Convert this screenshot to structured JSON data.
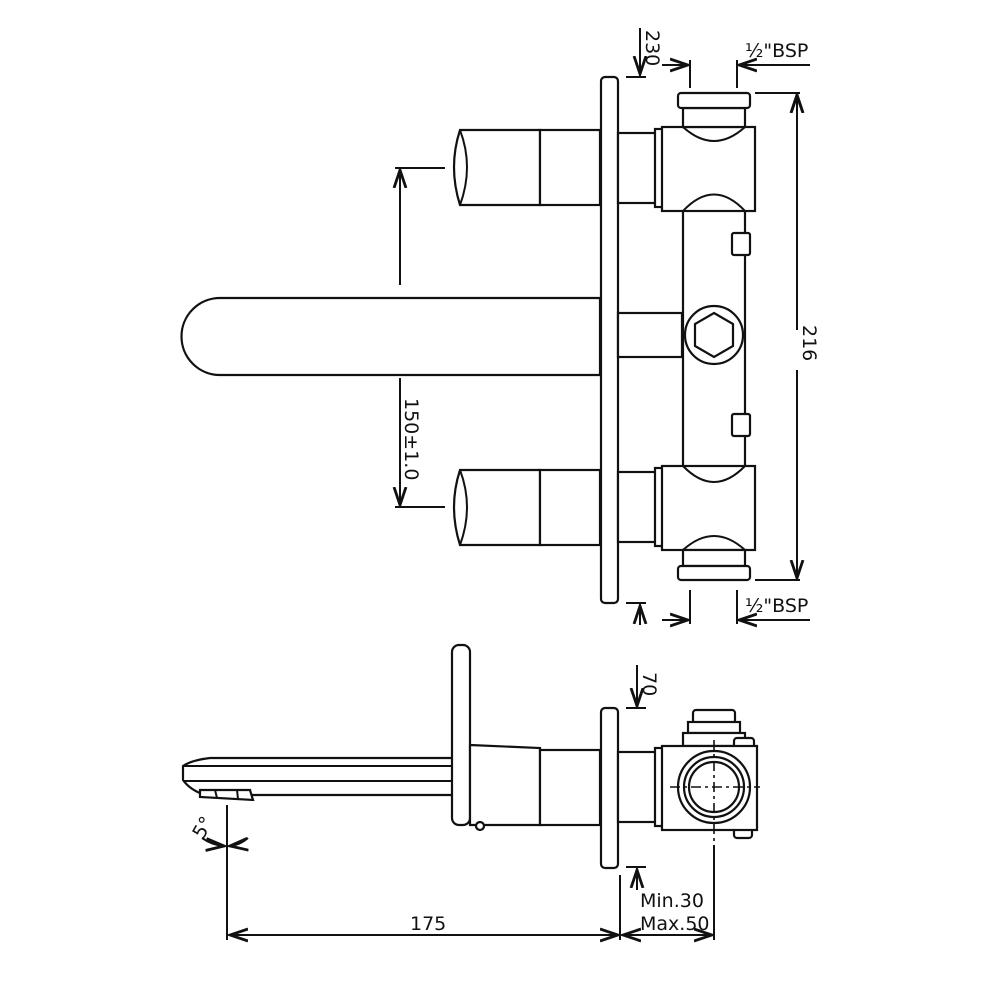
{
  "drawing": {
    "line_color": "#111111",
    "background": "#ffffff",
    "front_view": {
      "dim_plate_offset": "230",
      "dim_inlet_top": "½\"BSP",
      "dim_inlet_bottom": "½\"BSP",
      "dim_height": "216",
      "dim_handle_centres": "150±1.0"
    },
    "side_view": {
      "dim_top": "70",
      "dim_angle": "5°",
      "dim_spout_length": "175",
      "dim_wall_min": "Min.30",
      "dim_wall_max": "Max.50"
    }
  }
}
